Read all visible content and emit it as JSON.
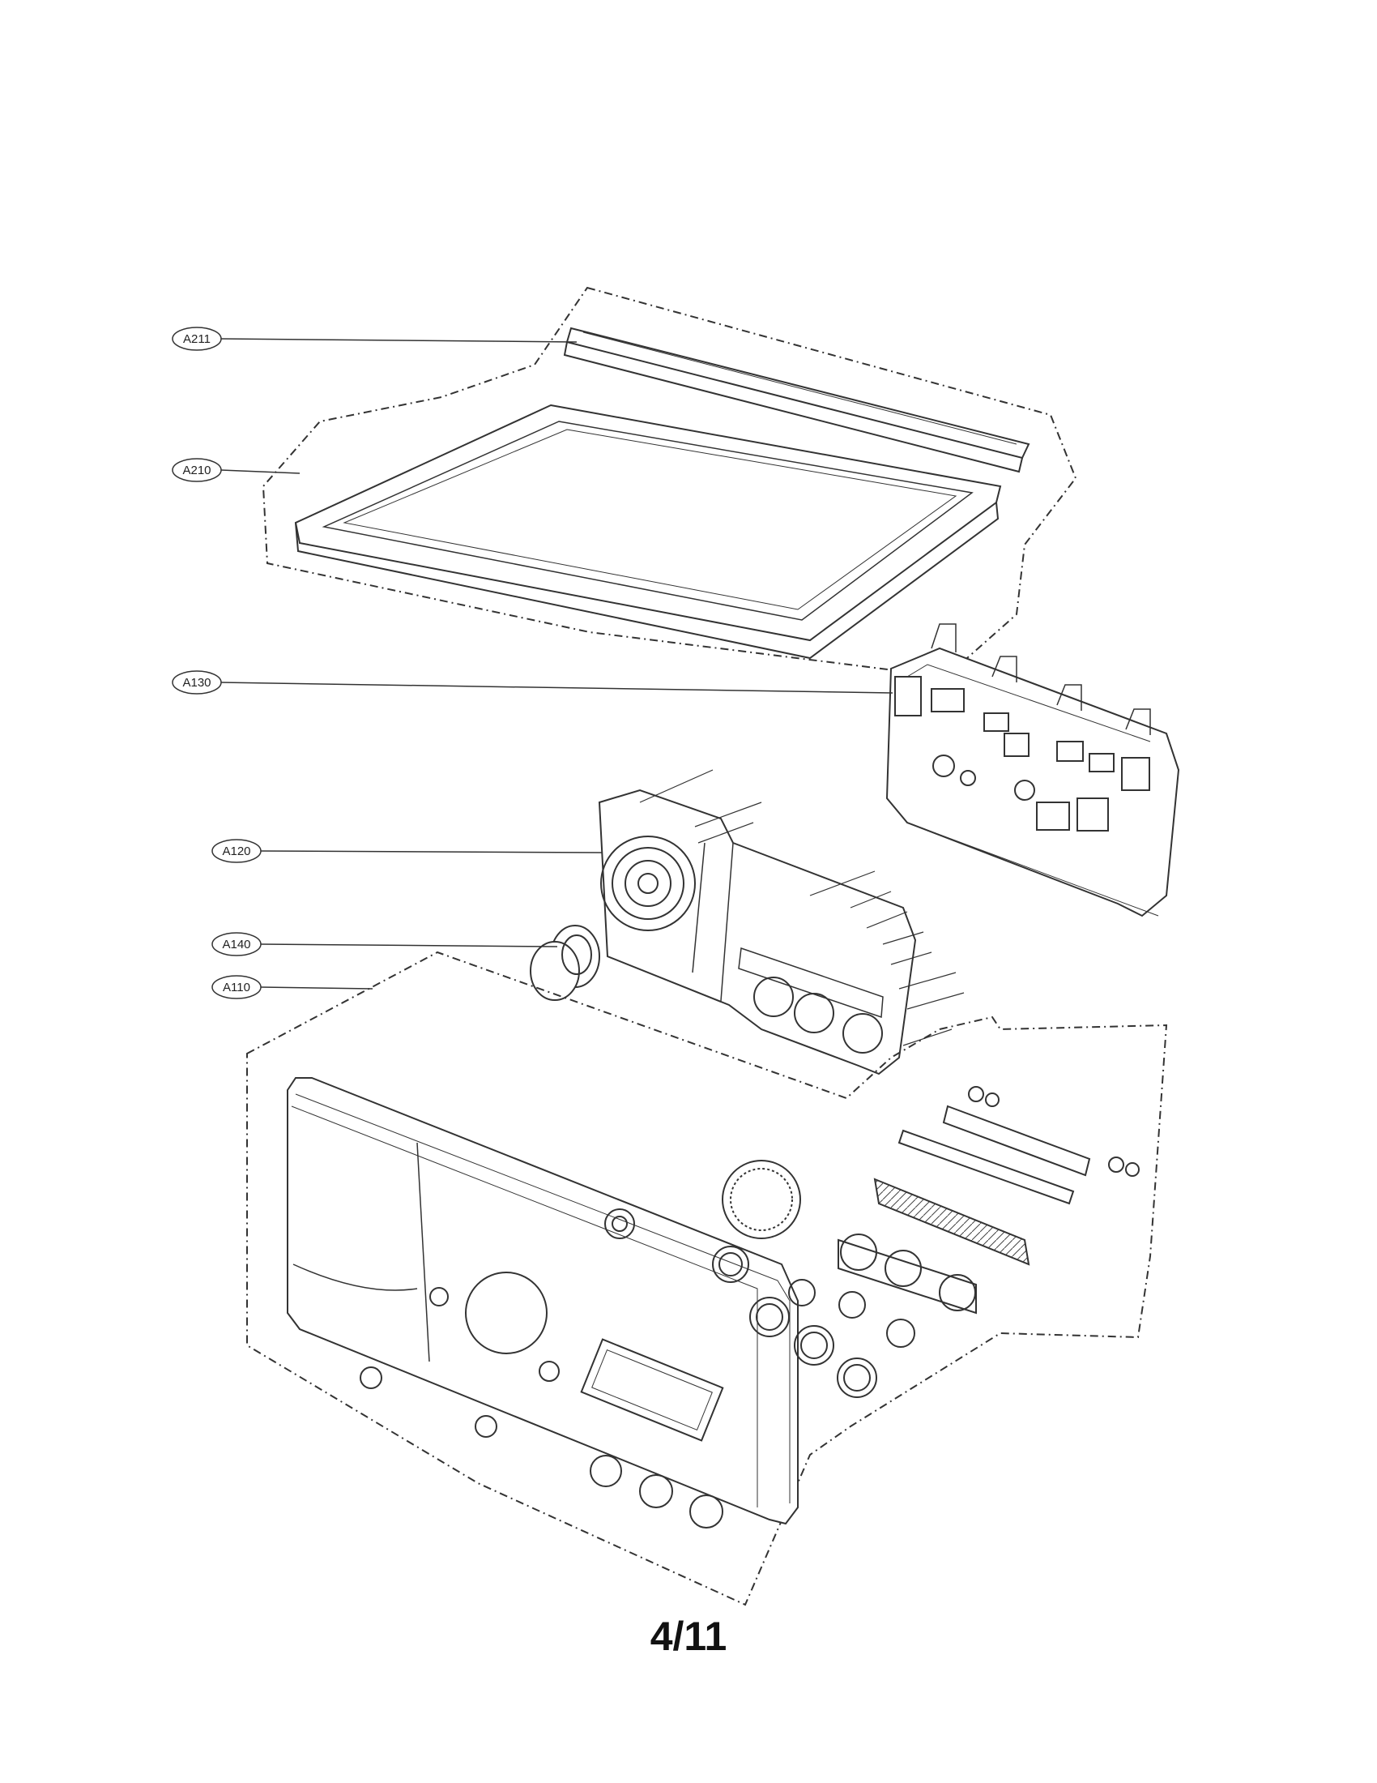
{
  "callouts": [
    {
      "id": "A211"
    },
    {
      "id": "A210"
    },
    {
      "id": "A130"
    },
    {
      "id": "A120"
    },
    {
      "id": "A140"
    },
    {
      "id": "A110"
    }
  ],
  "page_number": "4/11",
  "colors": {
    "line": "#333333",
    "background": "#ffffff"
  }
}
